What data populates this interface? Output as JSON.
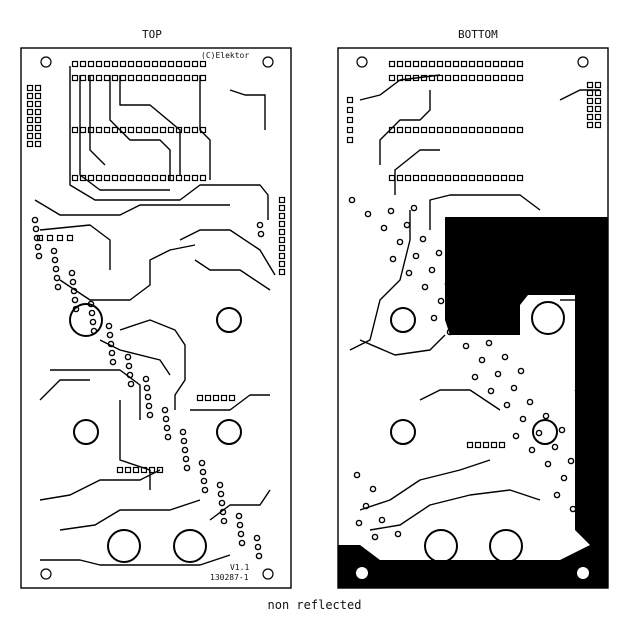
{
  "panels": {
    "top": {
      "title": "TOP",
      "copyright": "(C)Elektor",
      "version": "V1.1",
      "part_number": "130287-1"
    },
    "bottom": {
      "title": "BOTTOM"
    }
  },
  "caption": "non reflected",
  "colors": {
    "copper": "#000000",
    "board": "#ffffff"
  }
}
